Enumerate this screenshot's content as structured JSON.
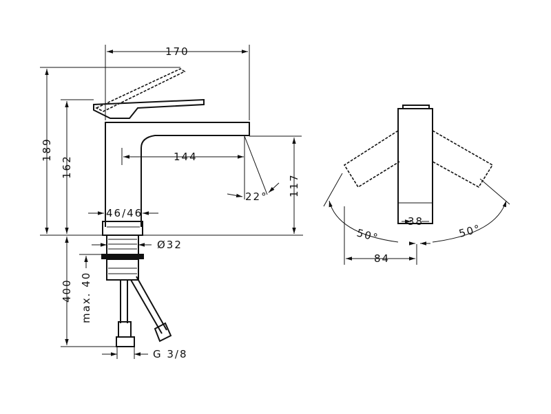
{
  "dimensions": {
    "width_total": "170",
    "height_total": "189",
    "height_body": "162",
    "spout_reach": "144",
    "spout_angle": "22°",
    "spout_height": "117",
    "base_width": "46/46",
    "thread_diameter": "Ø32",
    "hose_length": "400",
    "max_thickness": "max. 40",
    "connection": "G 3/8",
    "handle_angle_left": "50°",
    "handle_angle_right": "50°",
    "top_width": "38",
    "top_spread": "84"
  }
}
